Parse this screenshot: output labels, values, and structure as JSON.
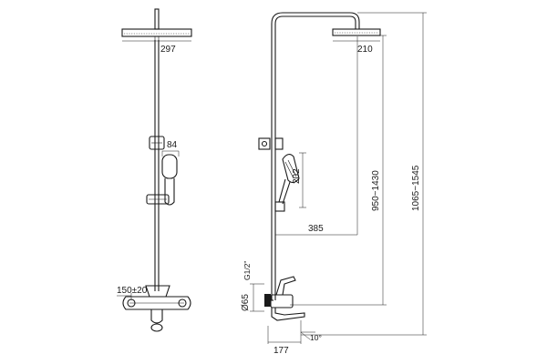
{
  "front_view": {
    "head_diameter": "297",
    "hand_shower_width": "84",
    "spout_spacing": "150±20"
  },
  "side_view": {
    "head_diameter": "210",
    "arm_reach": "385",
    "hand_shower_length": "202",
    "rail_height_range": "950~1430",
    "overall_height_range": "1065~1545",
    "outlet_diameter": "Ø65",
    "thread_size": "G1/2\"",
    "spout_projection": "177",
    "spout_angle": "10°"
  }
}
